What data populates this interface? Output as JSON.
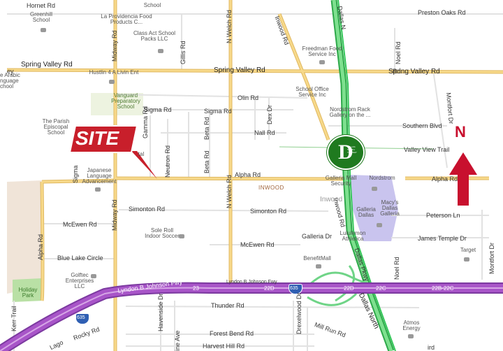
{
  "callout": {
    "site_label": "SITE",
    "north_label": "N"
  },
  "colors": {
    "highway": "#a855c8",
    "highway_edge": "#7c3aa0",
    "tollway": "#34c759",
    "arterial": "#f7d98a",
    "arterial_edge": "#e0b860",
    "park": "#b9e0a5",
    "campus": "#c9c4ee",
    "brand": "#1f7a1f",
    "site_red": "#c81f2b",
    "arrow_red": "#c8102e"
  },
  "streets": {
    "hornet_rd": "Hornet Rd",
    "preston_oaks_rd": "Preston Oaks Rd",
    "spring_valley_rd": "Spring Valley Rd",
    "spring_valley_rd_w": "Spring Valley Rd",
    "spring_valley_rd_e": "Spring Valley Rd",
    "olin_rd": "Olin Rd",
    "sigma_rd_w": "Sigma Rd",
    "sigma_rd_e": "Sigma Rd",
    "nall_rd": "Nall Rd",
    "southern_blvd": "Southern Blvd",
    "valley_view_trail": "Valley View Trail",
    "alpha_rd": "Alpha Rd",
    "alpha_rd_e": "Alpha Rd",
    "simonton_rd_w": "Simonton Rd",
    "simonton_rd_e": "Simonton Rd",
    "peterson_ln": "Peterson Ln",
    "mcewen_rd_w": "McEwen Rd",
    "mcewen_rd_e": "McEwen Rd",
    "galleria_dr": "Galleria Dr",
    "james_temple_dr": "James Temple Dr",
    "blue_lake_circle": "Blue Lake Circle",
    "thunder_rd": "Thunder Rd",
    "forest_bend_rd": "Forest Bend Rd",
    "harvest_hill_rd": "Harvest Hill Rd",
    "rocky_rd": "Rocky Rd",
    "mill_run_rd": "Mill Run Rd",
    "midway_rd_n": "Midway Rd",
    "midway_rd_s": "Midway Rd",
    "inwood_rd": "Inwood Rd",
    "inwood_rd_s": "Inwood Rd",
    "n_welch_rd_n": "N Welch Rd",
    "n_welch_rd_s": "N Welch Rd",
    "gillis_rd": "Gillis Rd",
    "noel_rd_n": "Noel Rd",
    "noel_rd_s": "Noel Rd",
    "montfort_dr_n": "Montfort Dr",
    "montfort_dr_s": "Montfort Dr",
    "gamma_rd": "Gamma Rd",
    "neutron_rd": "Neutron Rd",
    "beta_rd_n": "Beta Rd",
    "beta_rd_s": "Beta Rd",
    "dex_dr": "Dex Dr",
    "sigma_vert": "Sigma",
    "alpha_rd_w": "Alpha Rd",
    "kerr_trail": "Kerr Trail",
    "havenside_dr": "Havenside Dr",
    "drexelwood_dr": "Drexelwood Dr",
    "dallas_pkwy": "Dallas Pkwy",
    "dallas_north": "Dallas North",
    "dallas_n_top": "Dallas N",
    "lbj_fwy": "Lyndon B Johnson Fwy",
    "lbj_fwy_label2": "Lyndon B Johnson Fwy",
    "pine_ave": "ine Ave",
    "rd_partial": "Rd",
    "lago_partial": "Lago",
    "ey_partial": "ey",
    "ird_partial": "ird"
  },
  "shields": {
    "i635_a": "635",
    "i635_b": "635",
    "r23": "23",
    "r22d_a": "22D",
    "r22d_b": "22D",
    "r22c": "22C",
    "r22b22c": "22B-22C"
  },
  "pois": {
    "greenhill_school": "Greenhill School",
    "la_providencia": "La Providencia Food Products C...",
    "class_act": "Class Act School Packs LLC",
    "freedman_food": "Freedman Food Service Inc",
    "hustlin": "Hustlin 4 A Livin Ent",
    "arabic_school": "e Arabic nguage chool",
    "vanguard": "Vanguard Preparatory School",
    "parish_school": "The Parish Episcopal School",
    "school_office": "School Office Service Inc",
    "nordstrom_rack": "Nordstrom Rack Gallery on the ...",
    "japanese_school": "Japanese Language Advancement",
    "inwood_area": "INWOOD",
    "inwood_label": "Inwood",
    "galleria_security": "Galleria Mall Security",
    "nordstrom": "Nordstrom",
    "galleria_dallas": "Galleria Dallas",
    "macys": "Macy's Dallas Galleria",
    "lululemon": "Lululemon Athletica",
    "target": "Target",
    "sole_roll": "Sole Roll Indoor Soccer",
    "benefitmall": "BenefitMall",
    "golftec": "Golftec Enterprises LLC",
    "holiday_park": "Holiday Park",
    "atmos_energy": "Atmos Energy",
    "school_partial": "School",
    "tal_partial": "tal",
    "dallas_badge": "DALLAS NORTH TOLLWAY",
    "brand_letter": "D"
  }
}
